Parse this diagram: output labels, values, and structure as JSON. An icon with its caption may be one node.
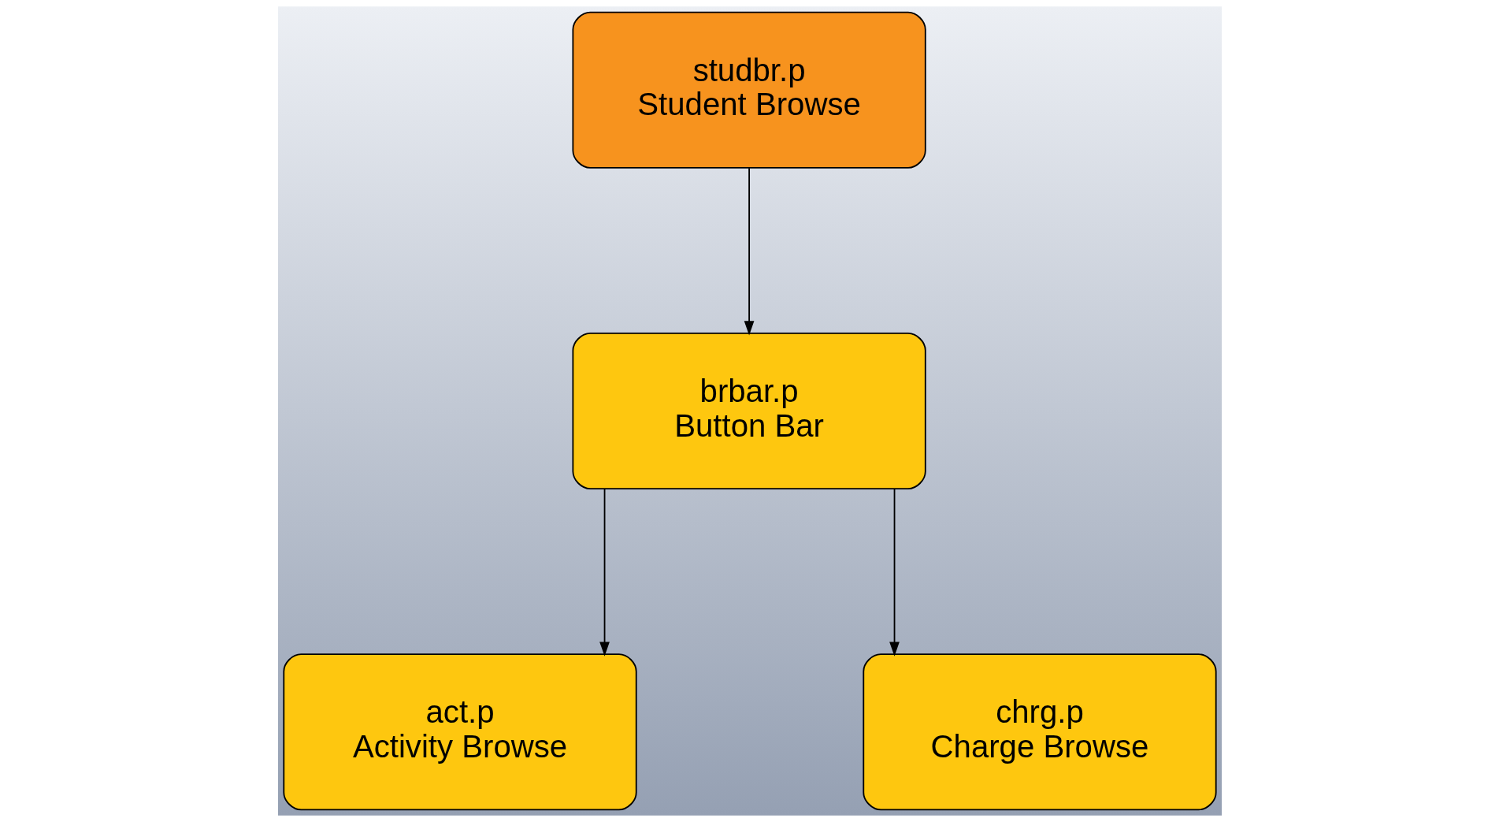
{
  "diagram": {
    "nodes": [
      {
        "text": [
          "studbr.p",
          "Student Browse"
        ]
      },
      {
        "text": [
          "brbar.p",
          "Button Bar"
        ]
      },
      {
        "text": [
          "act.p",
          "Activity Browse"
        ]
      },
      {
        "text": [
          "chrg.p",
          "Charge Browse"
        ]
      }
    ],
    "edges": [
      {
        "from": 0,
        "to": 1,
        "arrow": "to"
      },
      {
        "from": 1,
        "to": 2,
        "arrow": "to"
      },
      {
        "from": 1,
        "to": 3,
        "arrow": "to"
      }
    ]
  }
}
